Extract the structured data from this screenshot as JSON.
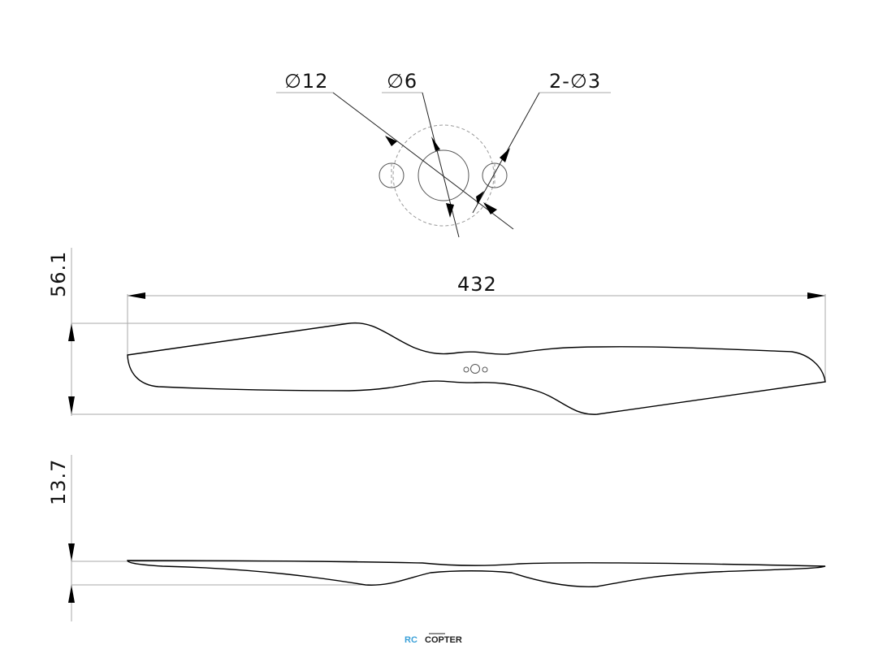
{
  "hub_callouts": {
    "outer_diameter": "∅12",
    "bore_diameter": "∅6",
    "mount_holes": "2-∅3"
  },
  "top_view": {
    "span": "432",
    "chord": "56.1"
  },
  "side_view": {
    "thickness": "13.7"
  },
  "watermark": {
    "prefix": "RC",
    "suffix": "COPTER"
  }
}
